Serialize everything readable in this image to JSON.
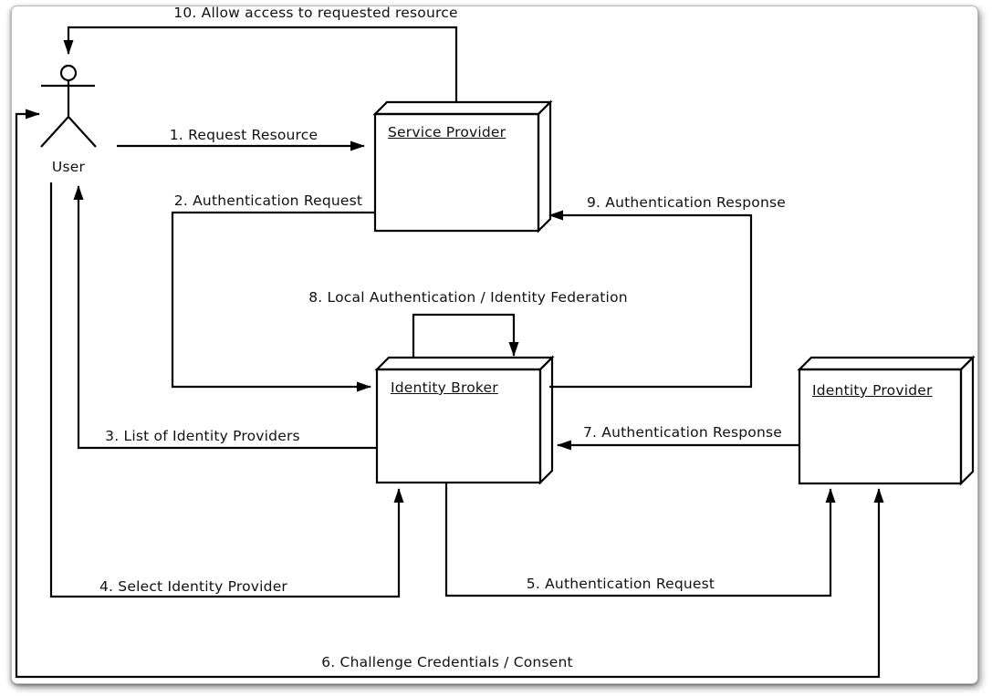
{
  "diagram": {
    "nodes": {
      "user": "User",
      "service_provider": "Service Provider",
      "identity_broker": "Identity Broker",
      "identity_provider": "Identity Provider"
    },
    "flows": {
      "f1": "1. Request Resource",
      "f2": "2. Authentication Request",
      "f3": "3. List of Identity Providers",
      "f4": "4. Select Identity Provider",
      "f5": "5. Authentication Request",
      "f6": "6. Challenge Credentials / Consent",
      "f7": "7. Authentication Response",
      "f8": "8. Local Authentication / Identity Federation",
      "f9": "9. Authentication Response",
      "f10": "10. Allow access to requested resource"
    },
    "colors": {
      "identity_broker_fill": "#bfdfb4",
      "node_fill": "#ffffff",
      "line": "#000000"
    }
  }
}
